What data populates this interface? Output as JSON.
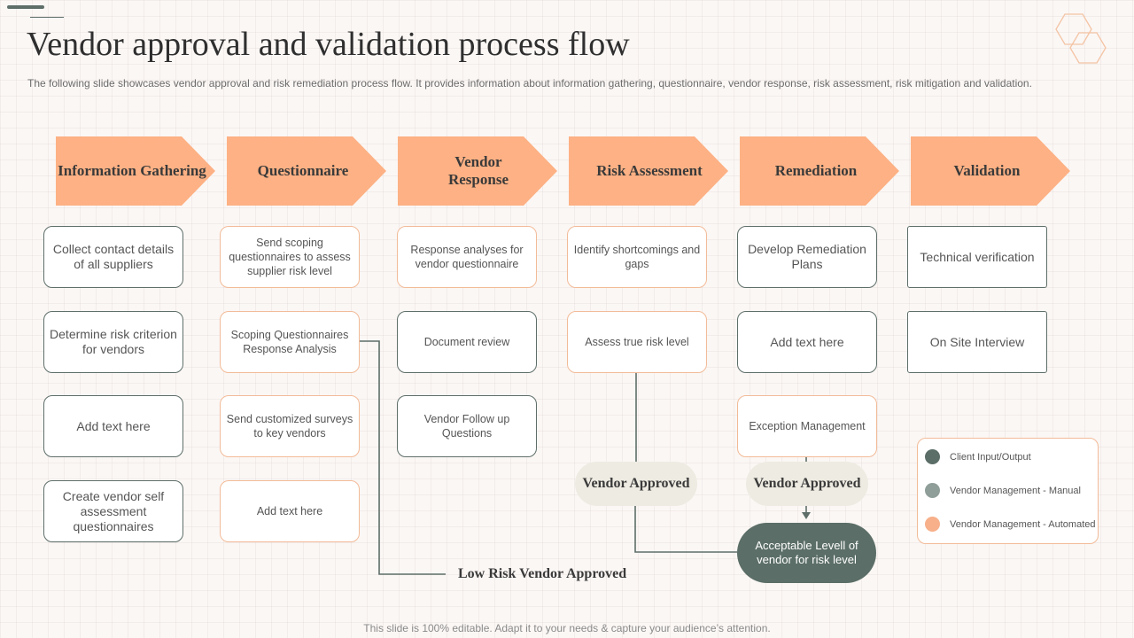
{
  "slide": {
    "title": "Vendor approval and validation process flow",
    "subtitle": "The following slide showcases vendor approval and risk remediation process flow. It provides information about information gathering, questionnaire, vendor response, risk assessment, risk mitigation and validation.",
    "footer": "This slide is 100% editable. Adapt it to your needs & capture your audience’s attention."
  },
  "colors": {
    "arrow_fill": "#fdb184",
    "dark_green": "#5b6e67",
    "grey_green": "#8f9e98",
    "orange": "#f7b08a",
    "pill_fill": "#eeebe2"
  },
  "stages": [
    {
      "label": "Information Gathering",
      "items": [
        {
          "text": "Collect contact details of all suppliers",
          "type": "dark"
        },
        {
          "text": "Determine risk criterion for vendors",
          "type": "grey"
        },
        {
          "text": "Add text here",
          "type": "dark"
        },
        {
          "text": "Create vendor self assessment questionnaires",
          "type": "dark"
        }
      ]
    },
    {
      "label": "Questionnaire",
      "items": [
        {
          "text": "Send scoping questionnaires to assess supplier risk level",
          "type": "orange"
        },
        {
          "text": "Scoping Questionnaires Response Analysis",
          "type": "orange"
        },
        {
          "text": "Send customized surveys to key vendors",
          "type": "orange"
        },
        {
          "text": "Add text here",
          "type": "orange"
        }
      ]
    },
    {
      "label": "Vendor Response",
      "items": [
        {
          "text": "Response analyses for vendor questionnaire",
          "type": "orange"
        },
        {
          "text": "Document review",
          "type": "dark"
        },
        {
          "text": "Vendor Follow up Questions",
          "type": "dark"
        }
      ]
    },
    {
      "label": "Risk Assessment",
      "items": [
        {
          "text": "Identify shortcomings and gaps",
          "type": "orange"
        },
        {
          "text": "Assess true risk level",
          "type": "orange"
        }
      ]
    },
    {
      "label": "Remediation",
      "items": [
        {
          "text": "Develop Remediation Plans",
          "type": "dark"
        },
        {
          "text": "Add text here",
          "type": "dark"
        },
        {
          "text": "Exception Management",
          "type": "orange"
        }
      ]
    },
    {
      "label": "Validation",
      "items": [
        {
          "text": "Technical verification",
          "type": "dark"
        },
        {
          "text": "On Site Interview",
          "type": "dark"
        }
      ]
    }
  ],
  "flow": {
    "vendor_approved_1": "Vendor Approved",
    "vendor_approved_2": "Vendor Approved",
    "acceptable_level": "Acceptable Levell of vendor for risk level",
    "low_risk": "Low Risk Vendor Approved"
  },
  "legend": [
    {
      "label": "Client Input/Output",
      "color": "#5b6e67"
    },
    {
      "label": "Vendor Management - Manual",
      "color": "#8f9e98"
    },
    {
      "label": "Vendor Management - Automated",
      "color": "#f7b08a"
    }
  ]
}
